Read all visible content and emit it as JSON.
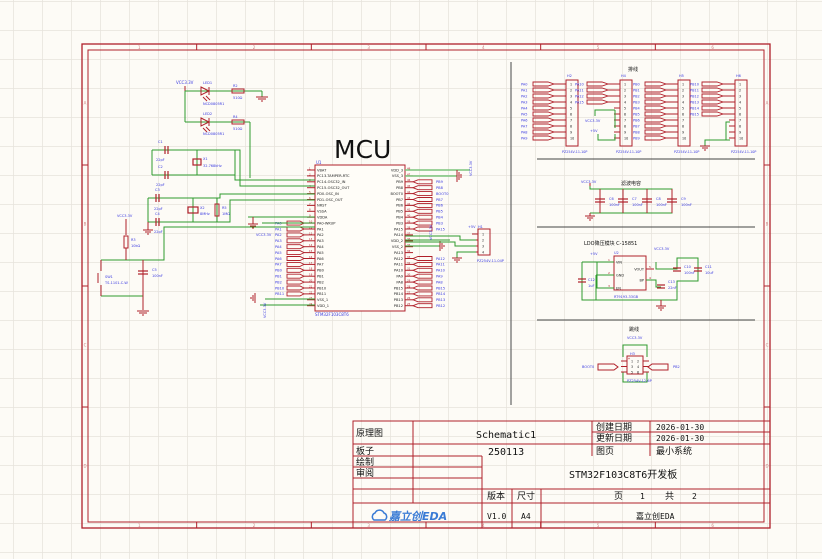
{
  "colors": {
    "background": "#fdfbf6",
    "grid": "#e4e2dc",
    "frame": "#b0202a",
    "wire": "#2e9b2e",
    "wire_light": "#7cc47c",
    "component": "#b0202a",
    "net_label": "#3a3ae0",
    "text_dark": "#111111",
    "logo_blue": "#3a7bd5"
  },
  "frame": {
    "columns": [
      "1",
      "2",
      "3",
      "4",
      "5",
      "6"
    ],
    "rows": [
      "A",
      "B",
      "C",
      "D"
    ]
  },
  "title_block": {
    "drawing_label": "原理图",
    "schematic_name": "Schematic1",
    "created_label": "创建日期",
    "created_value": "2026-01-30",
    "updated_label": "更新日期",
    "updated_value": "2026-01-30",
    "board_label": "板子",
    "board_value": "250113",
    "page_label": "图页",
    "page_value": "最小系统",
    "drawn_label": "绘制",
    "reviewed_label": "审阅",
    "project_title": "STM32F103C8T6开发板",
    "version_label": "版本",
    "size_label": "尺寸",
    "page_of": {
      "page_word": "页",
      "page_num": "1",
      "total_word": "共",
      "total_num": "2"
    },
    "logo_text": "嘉立创EDA",
    "version_value": "V1.0",
    "size_value": "A4",
    "company": "嘉立创EDA"
  },
  "mcu": {
    "title": "MCU",
    "designator": "U1",
    "part": "STM32F103C8T6",
    "left_pins": [
      {
        "num": "1",
        "name": "VBAT"
      },
      {
        "num": "2",
        "name": "PC13-TAMPER-RTC"
      },
      {
        "num": "3",
        "name": "PC14-OSC32_IN"
      },
      {
        "num": "4",
        "name": "PC15-OSC32_OUT"
      },
      {
        "num": "5",
        "name": "PD0-OSC_IN"
      },
      {
        "num": "6",
        "name": "PD1-OSC_OUT"
      },
      {
        "num": "7",
        "name": "NRST"
      },
      {
        "num": "8",
        "name": "VSSA"
      },
      {
        "num": "9",
        "name": "VDDA"
      },
      {
        "num": "10",
        "name": "PA0-WKUP"
      },
      {
        "num": "11",
        "name": "PA1"
      },
      {
        "num": "12",
        "name": "PA2"
      },
      {
        "num": "13",
        "name": "PA3"
      },
      {
        "num": "14",
        "name": "PA4"
      },
      {
        "num": "15",
        "name": "PA5"
      },
      {
        "num": "16",
        "name": "PA6"
      },
      {
        "num": "17",
        "name": "PA7"
      },
      {
        "num": "18",
        "name": "PB0"
      },
      {
        "num": "19",
        "name": "PB1"
      },
      {
        "num": "20",
        "name": "PB2"
      },
      {
        "num": "21",
        "name": "PB10"
      },
      {
        "num": "22",
        "name": "PB11"
      },
      {
        "num": "23",
        "name": "VSS_1"
      },
      {
        "num": "24",
        "name": "VDD_1"
      }
    ],
    "right_pins": [
      {
        "num": "48",
        "name": "VDD_3"
      },
      {
        "num": "47",
        "name": "VSS_3"
      },
      {
        "num": "46",
        "name": "PB9"
      },
      {
        "num": "45",
        "name": "PB8"
      },
      {
        "num": "44",
        "name": "BOOT0"
      },
      {
        "num": "43",
        "name": "PB7"
      },
      {
        "num": "42",
        "name": "PB6"
      },
      {
        "num": "41",
        "name": "PB5"
      },
      {
        "num": "40",
        "name": "PB4"
      },
      {
        "num": "39",
        "name": "PB3"
      },
      {
        "num": "38",
        "name": "PA15"
      },
      {
        "num": "37",
        "name": "PA14"
      },
      {
        "num": "36",
        "name": "VDD_2"
      },
      {
        "num": "35",
        "name": "VSS_2"
      },
      {
        "num": "34",
        "name": "PA13"
      },
      {
        "num": "33",
        "name": "PA12"
      },
      {
        "num": "32",
        "name": "PA11"
      },
      {
        "num": "31",
        "name": "PA10"
      },
      {
        "num": "30",
        "name": "PA9"
      },
      {
        "num": "29",
        "name": "PA8"
      },
      {
        "num": "28",
        "name": "PB15"
      },
      {
        "num": "27",
        "name": "PB14"
      },
      {
        "num": "26",
        "name": "PB13"
      },
      {
        "num": "25",
        "name": "PB12"
      }
    ],
    "left_net_labels": [
      "PA0",
      "PA1",
      "PA2",
      "PA3",
      "PA4",
      "PA5",
      "PA6",
      "PA7",
      "PB0",
      "PB1",
      "PB2",
      "PB10",
      "PB11"
    ],
    "right_net_labels_top": [
      "PB9",
      "PB8",
      "BOOT0",
      "PB7",
      "PB6",
      "PB5",
      "PB4",
      "PB3",
      "PA15"
    ],
    "right_net_labels_bottom": [
      "PA12",
      "PA11",
      "PA10",
      "PA9",
      "PA8",
      "PB15",
      "PB14",
      "PB13",
      "PB12"
    ],
    "power_labels": {
      "vdd3": "VCC3.3V",
      "vdd2": "VCC3.3V",
      "vdd1": "VCC3.3V",
      "vdda": "VCC3.3V"
    }
  },
  "leds": [
    {
      "designator": "LED1",
      "part": "NCD0805R1",
      "resistor": "R2",
      "res_value": "510Ω"
    },
    {
      "designator": "LED2",
      "part": "NCD0805R1",
      "resistor": "R4",
      "res_value": "510Ω"
    }
  ],
  "led_supply": "VCC3.3V",
  "crystals": {
    "c1": {
      "designator": "C1",
      "value": "22pF"
    },
    "c2": {
      "designator": "C2",
      "value": "22pF"
    },
    "x1": {
      "designator": "X1",
      "value": "32.768kHz"
    },
    "c3": {
      "designator": "C3",
      "value": "22pF"
    },
    "c4": {
      "designator": "C4",
      "value": "22pF"
    },
    "x2": {
      "designator": "X2",
      "value": "8MHz"
    },
    "r5": {
      "designator": "R5",
      "value": "1MΩ"
    }
  },
  "reset": {
    "supply": "VCC3.3V",
    "r3": {
      "designator": "R3",
      "value": "10kΩ"
    },
    "sw": {
      "designator": "SW1",
      "part": "TS-1101-C-W"
    },
    "c5": {
      "designator": "C5",
      "value": "100nF"
    }
  },
  "swd_header": {
    "designator": "H1",
    "part": "PZ254V-11-04P",
    "supply": "+5V",
    "pins": [
      "1",
      "2",
      "3",
      "4"
    ]
  },
  "headers": {
    "section_title": "排线",
    "list": [
      {
        "designator": "H2",
        "part": "PZ254V-11-10P",
        "nets": [
          "PA0",
          "PA1",
          "PA2",
          "PA3",
          "PA4",
          "PA5",
          "PA6",
          "PA7",
          "PA8",
          "PA9"
        ]
      },
      {
        "designator": "H4",
        "part": "PZ254V-11-10P",
        "nets": [
          "PA10",
          "PA11",
          "PA12",
          "PA15"
        ],
        "power": [
          "VCC3.3V",
          "+5V"
        ]
      },
      {
        "designator": "H5",
        "part": "PZ254V-11-10P",
        "nets": [
          "PB0",
          "PB1",
          "PB2",
          "PB3",
          "PB4",
          "PB5",
          "PB6",
          "PB7",
          "PB8",
          "PB9"
        ]
      },
      {
        "designator": "H6",
        "part": "PZ254V-11-10P",
        "nets": [
          "PB10",
          "PB11",
          "PB12",
          "PB13",
          "PB14",
          "PB15"
        ]
      }
    ],
    "pin_numbers": [
      "1",
      "2",
      "3",
      "4",
      "5",
      "6",
      "7",
      "8",
      "9",
      "10"
    ]
  },
  "filter": {
    "section_title": "滤波电容",
    "supply": "VCC3.3V",
    "caps": [
      {
        "designator": "C6",
        "value": "100nF"
      },
      {
        "designator": "C7",
        "value": "100nF"
      },
      {
        "designator": "C8",
        "value": "100nF"
      },
      {
        "designator": "C9",
        "value": "100nF"
      }
    ]
  },
  "ldo": {
    "section_title": "LDO降压模块 C-15851",
    "designator": "U2",
    "part": "RT9193-33GB",
    "input": "+5V",
    "output": "VCC3.3V",
    "pins": [
      {
        "num": "1",
        "name": "VIN"
      },
      {
        "num": "2",
        "name": "GND"
      },
      {
        "num": "3",
        "name": "EN"
      },
      {
        "num": "5",
        "name": "VOUT"
      },
      {
        "num": "4",
        "name": "BP"
      }
    ],
    "caps": [
      {
        "designator": "C12",
        "value": "1uF"
      },
      {
        "designator": "C13",
        "value": "22nF"
      },
      {
        "designator": "C10",
        "value": "100nF"
      },
      {
        "designator": "C11",
        "value": "10uF"
      }
    ]
  },
  "boot": {
    "section_title": "跳线",
    "designator": "H3",
    "part": "PZ254V-12-6P",
    "supply": "VCC3.3V",
    "left_net": "BOOT0",
    "right_net": "PB2",
    "pins": [
      "1",
      "2",
      "3",
      "4",
      "5",
      "6"
    ]
  }
}
